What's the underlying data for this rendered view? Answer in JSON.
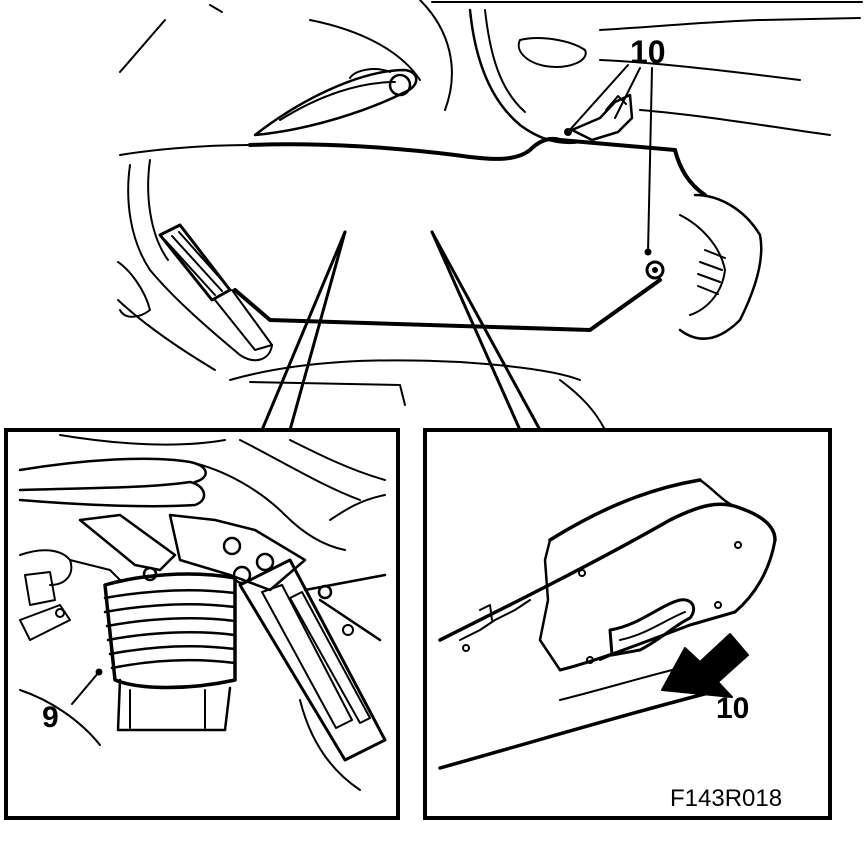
{
  "callouts": {
    "top_label": "10",
    "left_label": "9",
    "right_label": "10"
  },
  "figure_code": "F143R018",
  "colors": {
    "ink": "#000000",
    "paper": "#ffffff"
  }
}
